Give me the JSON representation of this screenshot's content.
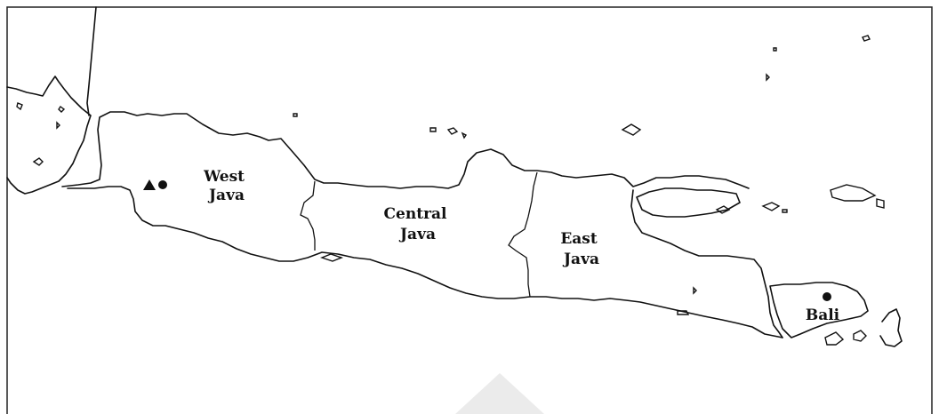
{
  "map": {
    "regions": [
      {
        "id": "west-java",
        "lines": [
          "West",
          "Java"
        ]
      },
      {
        "id": "central-java",
        "lines": [
          "Central",
          "Java"
        ]
      },
      {
        "id": "east-java",
        "lines": [
          "East",
          "Java"
        ]
      },
      {
        "id": "bali",
        "lines": [
          "Bali"
        ]
      }
    ],
    "markers": [
      {
        "id": "west-java-triangle",
        "shape": "triangle",
        "color": "#111111"
      },
      {
        "id": "west-java-dot",
        "shape": "circle",
        "color": "#111111"
      },
      {
        "id": "bali-dot",
        "shape": "circle",
        "color": "#111111"
      }
    ],
    "colors": {
      "ink": "#111111",
      "land": "#ffffff",
      "sea": "#ffffff"
    }
  }
}
